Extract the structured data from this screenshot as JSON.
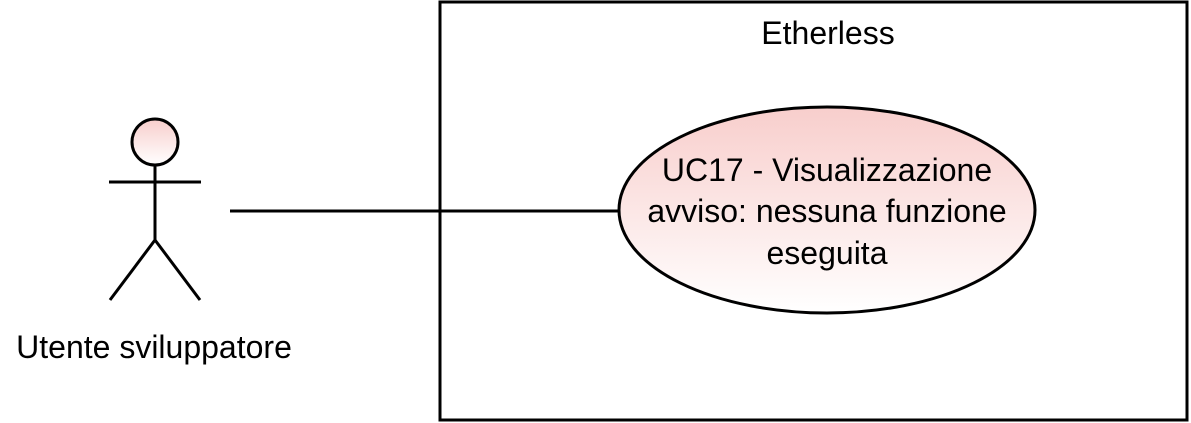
{
  "system": {
    "title": "Etherless"
  },
  "actor": {
    "label": "Utente sviluppatore",
    "icon": "stick-figure-actor-icon"
  },
  "use_case": {
    "lines": [
      "UC17 - Visualizzazione",
      "avviso: nessuna funzione",
      "eseguita"
    ]
  },
  "colors": {
    "fill_top": "#f8cecc",
    "fill_bottom": "#ffffff",
    "stroke": "#000000",
    "background": "#ffffff"
  }
}
